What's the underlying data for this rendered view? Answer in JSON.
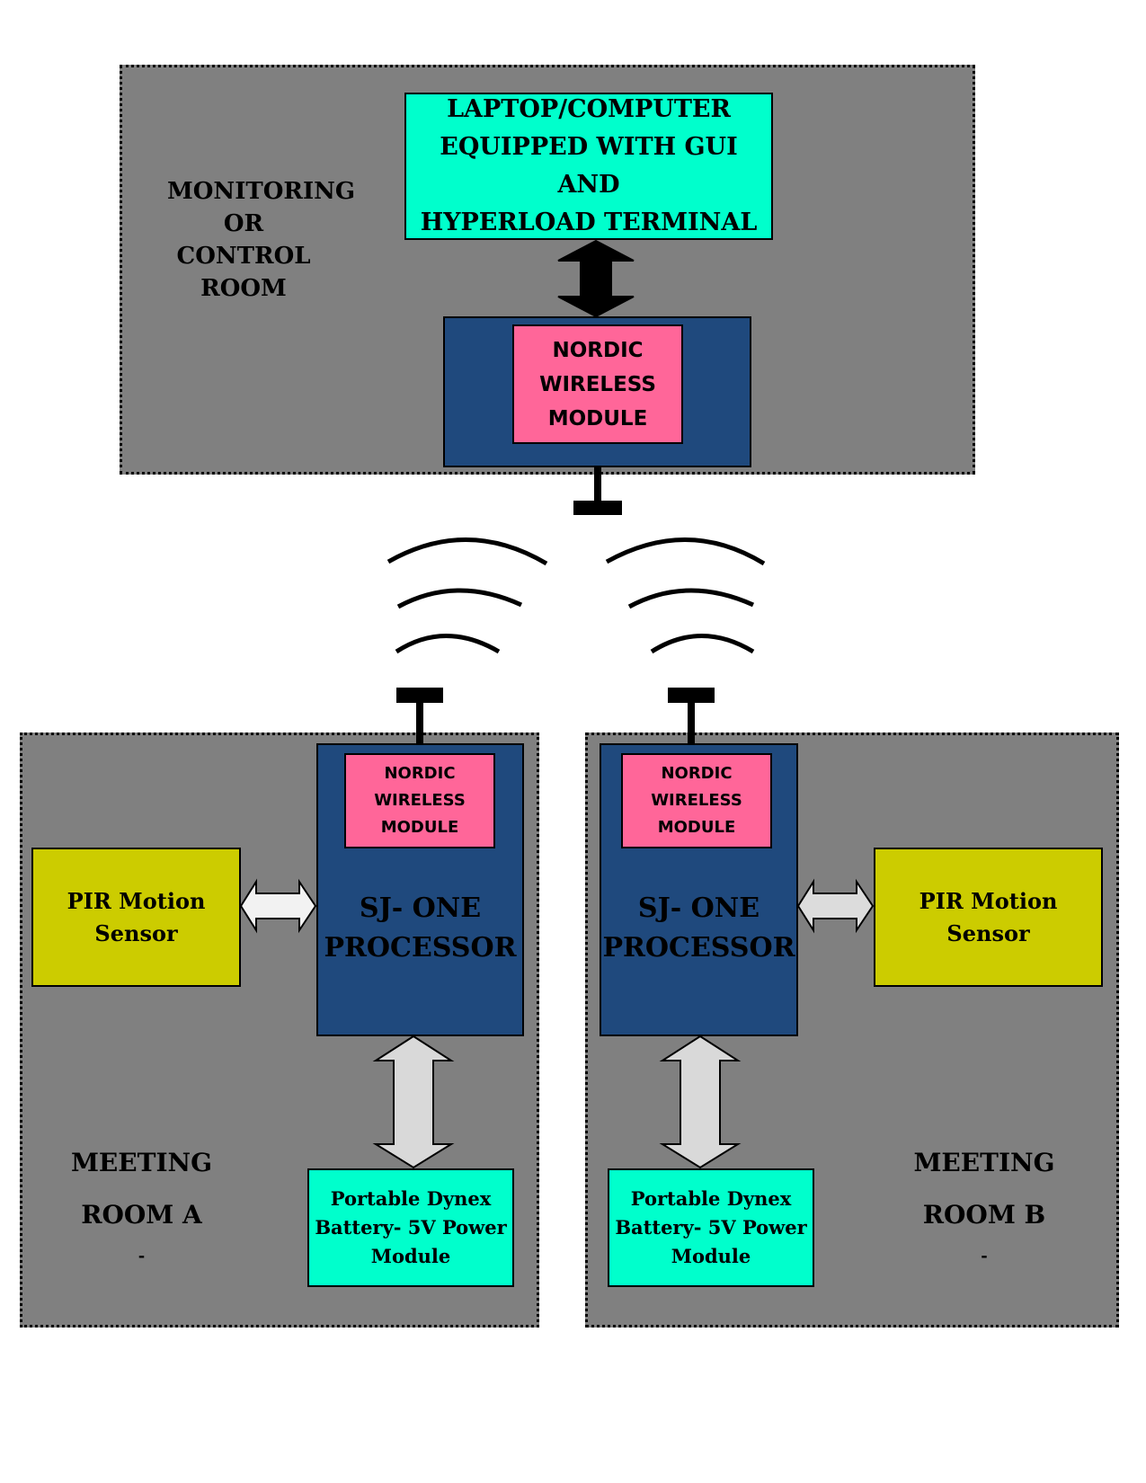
{
  "control_room": {
    "label_lines": [
      "MONITORING",
      "OR CONTROL",
      "ROOM"
    ],
    "laptop_lines": [
      "LAPTOP/COMPUTER",
      "EQUIPPED WITH GUI AND",
      "HYPERLOAD TERMINAL"
    ],
    "nordic_lines": [
      "NORDIC",
      "WIRELESS",
      "MODULE"
    ]
  },
  "room_a": {
    "nordic_lines": [
      "NORDIC",
      "WIRELESS",
      "MODULE"
    ],
    "processor_lines": [
      "SJ- ONE",
      "PROCESSOR"
    ],
    "pir_lines": [
      "PIR Motion",
      "Sensor"
    ],
    "battery_lines": [
      "Portable Dynex",
      "Battery- 5V Power",
      "Module"
    ],
    "room_label_lines": [
      "MEETING",
      "ROOM A",
      "-"
    ]
  },
  "room_b": {
    "nordic_lines": [
      "NORDIC",
      "WIRELESS",
      "MODULE"
    ],
    "processor_lines": [
      "SJ- ONE",
      "PROCESSOR"
    ],
    "pir_lines": [
      "PIR Motion",
      "Sensor"
    ],
    "battery_lines": [
      "Portable Dynex",
      "Battery- 5V Power",
      "Module"
    ],
    "room_label_lines": [
      "MEETING",
      "ROOM B",
      "-"
    ]
  },
  "colors": {
    "zone": "#808080",
    "cyan": "#00ffcc",
    "pink": "#ff6699",
    "navy": "#1f497d",
    "olive": "#cccc00"
  },
  "icons": [
    "antenna-icon",
    "wireless-signal-icon",
    "bidirectional-arrow-icon"
  ]
}
